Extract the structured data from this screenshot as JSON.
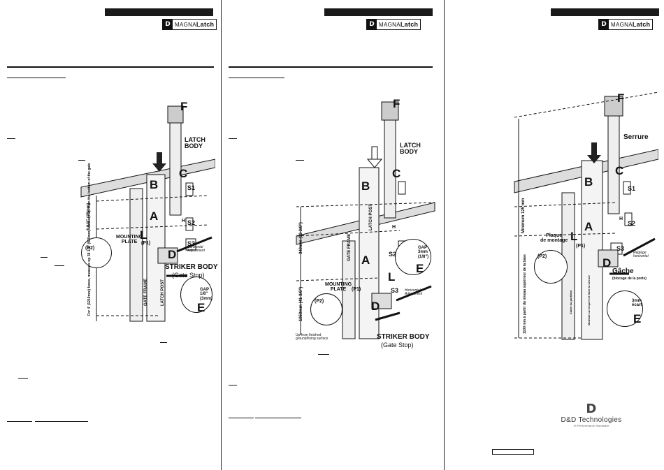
{
  "brand": {
    "logo_text_prefix": "MAGNA",
    "logo_text_main": "Latch",
    "logo_mark": "D"
  },
  "panel1": {
    "labels": {
      "F": "F",
      "latch_body": "LATCH\nBODY",
      "B": "B",
      "C": "C",
      "A": "A",
      "L": "L",
      "D": "D",
      "E": "E",
      "S1": "S1",
      "S2": "S2",
      "S3": "S3",
      "H": "H",
      "P1": "(P1)",
      "P2": "(P2)",
      "mounting_plate": "MOUNTING\nPLATE",
      "striker_body": "STRIKER BODY",
      "gate_stop": "(Gate Stop)",
      "gap": "GAP\n1/8\"\n(3mm)",
      "horizontal_adjustment": "Horizontal\nAdjustment",
      "gate_frame": "GATE FRAME",
      "latch_post": "LATCH POST",
      "dim_top": "1 3/4\" (45mm)",
      "dim_side": "For 4' (1219mm) fence, measure up 38 1/2\" (980mm) Measure up from the bottom of the gate"
    }
  },
  "panel2": {
    "labels": {
      "F": "F",
      "latch_body": "LATCH\nBODY",
      "B": "B",
      "C": "C",
      "A": "A",
      "L": "L",
      "D": "D",
      "E": "E",
      "S2": "S2",
      "S3": "S3",
      "H": "H",
      "P1": "(P1)",
      "P2": "(P2)",
      "mounting_plate": "MOUNTING\nPLATE",
      "striker_body": "STRIKER BODY",
      "gate_stop": "(Gate Stop)",
      "gap": "GAP\n3mm\n(1/8\")",
      "horizontal_adjustment": "Horizontal\nAdjustment",
      "gate_frame": "GATE FRAME",
      "latch_post": "LATCH POST",
      "dim_mid": "340mm (13 3/8\")",
      "dim_low": "1050mm (41 3/8\")",
      "floor_note": "Up from finished\nground/fixing surface"
    }
  },
  "panel3": {
    "labels": {
      "F": "F",
      "serrure": "Serrure",
      "B": "B",
      "C": "C",
      "A": "A",
      "L": "L",
      "D": "D",
      "E": "E",
      "S1": "S1",
      "S2": "S2",
      "S3": "S3",
      "H": "H",
      "P1": "(P1)",
      "P2": "(P2)",
      "plaque": "Plaque\nde montage",
      "gache": "Gâche",
      "blocage": "(blocage de la porte)",
      "ecart": "3mm\nécart",
      "reglage": "Réglage\nhorizontal",
      "minimum": "Minimum\n125 mm",
      "dim_side": "1100 mm à partir du niveau supérieur de la base",
      "cadre": "Cadre du portillon",
      "montant": "Montant sur lequel est fixée la serrure"
    },
    "company": {
      "name": "D&D Technologies",
      "tagline": "Hi Performance Hardware"
    }
  }
}
